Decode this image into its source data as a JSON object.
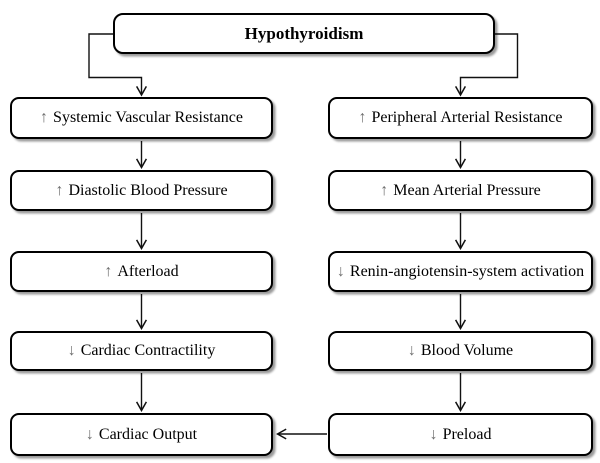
{
  "diagram": {
    "title": "Hypothyroidism",
    "left_column": [
      {
        "arrow": "↑",
        "label": "Systemic Vascular Resistance"
      },
      {
        "arrow": "↑",
        "label": "Diastolic Blood Pressure"
      },
      {
        "arrow": "↑",
        "label": "Afterload"
      },
      {
        "arrow": "↓",
        "label": "Cardiac Contractility"
      },
      {
        "arrow": "↓",
        "label": "Cardiac Output"
      }
    ],
    "right_column": [
      {
        "arrow": "↑",
        "label": "Peripheral Arterial Resistance"
      },
      {
        "arrow": "↑",
        "label": "Mean Arterial Pressure"
      },
      {
        "arrow": "↓",
        "label": "Renin-angiotensin-system activation"
      },
      {
        "arrow": "↓",
        "label": "Blood Volume"
      },
      {
        "arrow": "↓",
        "label": "Preload"
      }
    ],
    "colors": {
      "background": "#ffffff",
      "box_fill": "#ffffff",
      "box_border": "#000000",
      "text": "#000000",
      "direction_glyph": "#6e6e6e",
      "connector": "#111111"
    }
  }
}
